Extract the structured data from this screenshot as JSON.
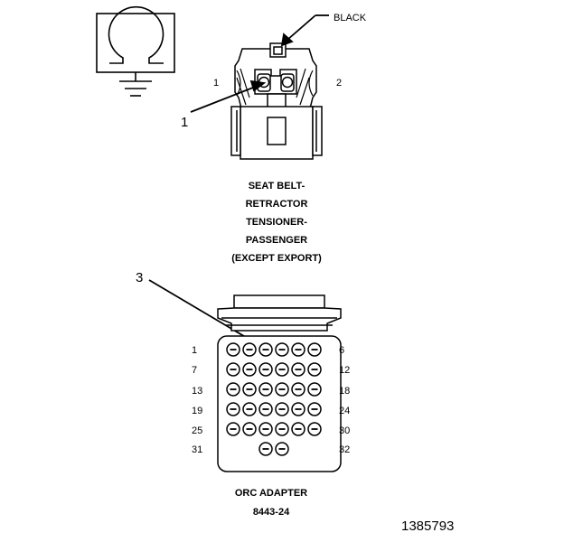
{
  "labels": {
    "black": "BLACK",
    "pin1": "1",
    "pin2": "2"
  },
  "callouts": {
    "c1": "1",
    "c3": "3"
  },
  "seat_caption": [
    "SEAT BELT-",
    "RETRACTOR",
    "TENSIONER-",
    "PASSENGER",
    "(EXCEPT EXPORT)"
  ],
  "orc": {
    "left_labels": [
      "1",
      "7",
      "13",
      "19",
      "25",
      "31"
    ],
    "right_labels": [
      "6",
      "12",
      "18",
      "24",
      "30",
      "32"
    ],
    "caption": "ORC ADAPTER",
    "part_number": "8443-24"
  },
  "figure_id": "1385793",
  "icons": [
    "ground-symbol-icon",
    "connector-icon"
  ]
}
